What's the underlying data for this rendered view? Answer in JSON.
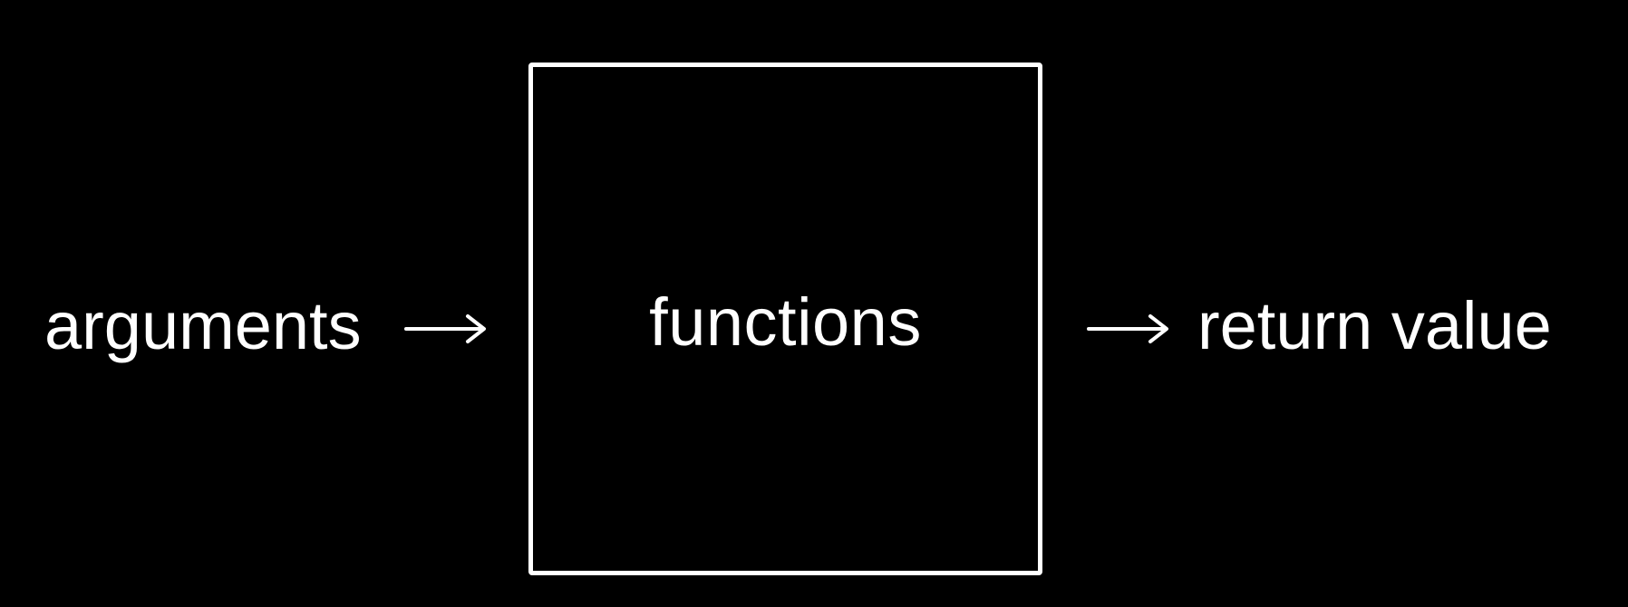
{
  "diagram": {
    "input_label": "arguments",
    "box_label": "functions",
    "output_label": "return value"
  },
  "colors": {
    "background": "#000000",
    "foreground": "#ffffff"
  },
  "icons": {
    "input_arrow": "right-arrow-icon",
    "output_arrow": "right-arrow-icon"
  }
}
